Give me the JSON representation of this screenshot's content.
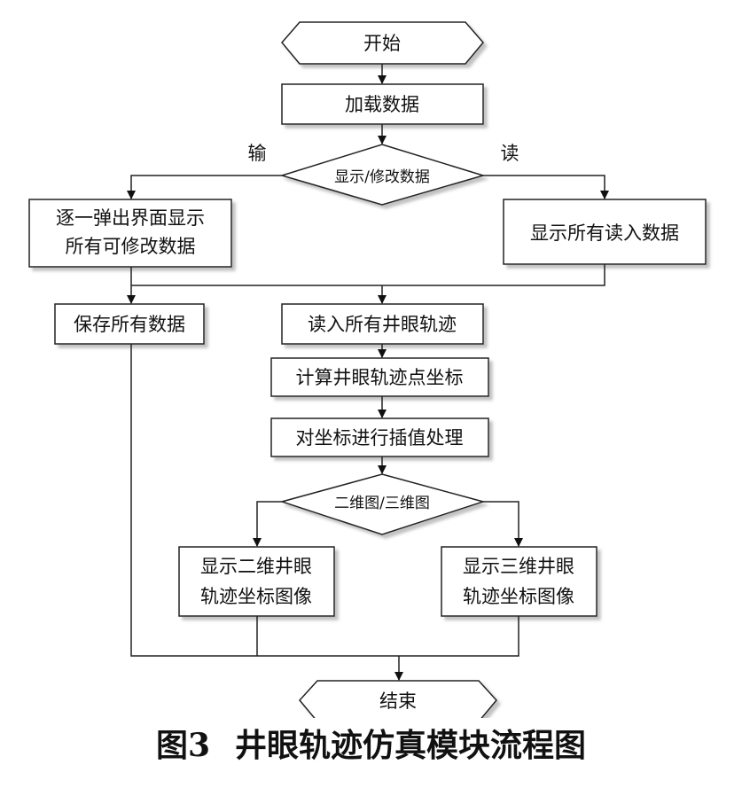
{
  "nodes": {
    "start": "开始",
    "load": "加载数据",
    "decision1": "显示/修改数据",
    "branch_left": "输",
    "branch_right": "读",
    "popup_line1": "逐一弹出界面显示",
    "popup_line2": "所有可修改数据",
    "show_read": "显示所有读入数据",
    "save": "保存所有数据",
    "read_traj": "读入所有井眼轨迹",
    "calc": "计算井眼轨迹点坐标",
    "interp": "对坐标进行插值处理",
    "decision2": "二维图/三维图",
    "show2d_line1": "显示二维井眼",
    "show2d_line2": "轨迹坐标图像",
    "show3d_line1": "显示三维井眼",
    "show3d_line2": "轨迹坐标图像",
    "end": "结束"
  },
  "caption": {
    "prefix": "图",
    "number": "3",
    "title": "井眼轨迹仿真模块流程图"
  }
}
